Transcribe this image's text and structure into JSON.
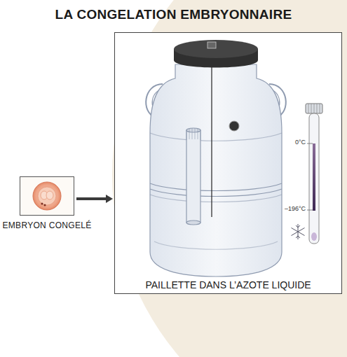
{
  "diagram": {
    "title": "LA CONGELATION EMBRYONNAIRE",
    "nodes": [
      {
        "text": [
          "EMBRYON CONGELÉ"
        ]
      },
      {
        "text": [
          "PAILLETTE DANS L’AZOTE LIQUIDE"
        ]
      }
    ],
    "edges": [
      {
        "from": 0,
        "to": 1,
        "arrow": "to"
      }
    ],
    "labels": [
      "0°C",
      "–196°C"
    ]
  }
}
